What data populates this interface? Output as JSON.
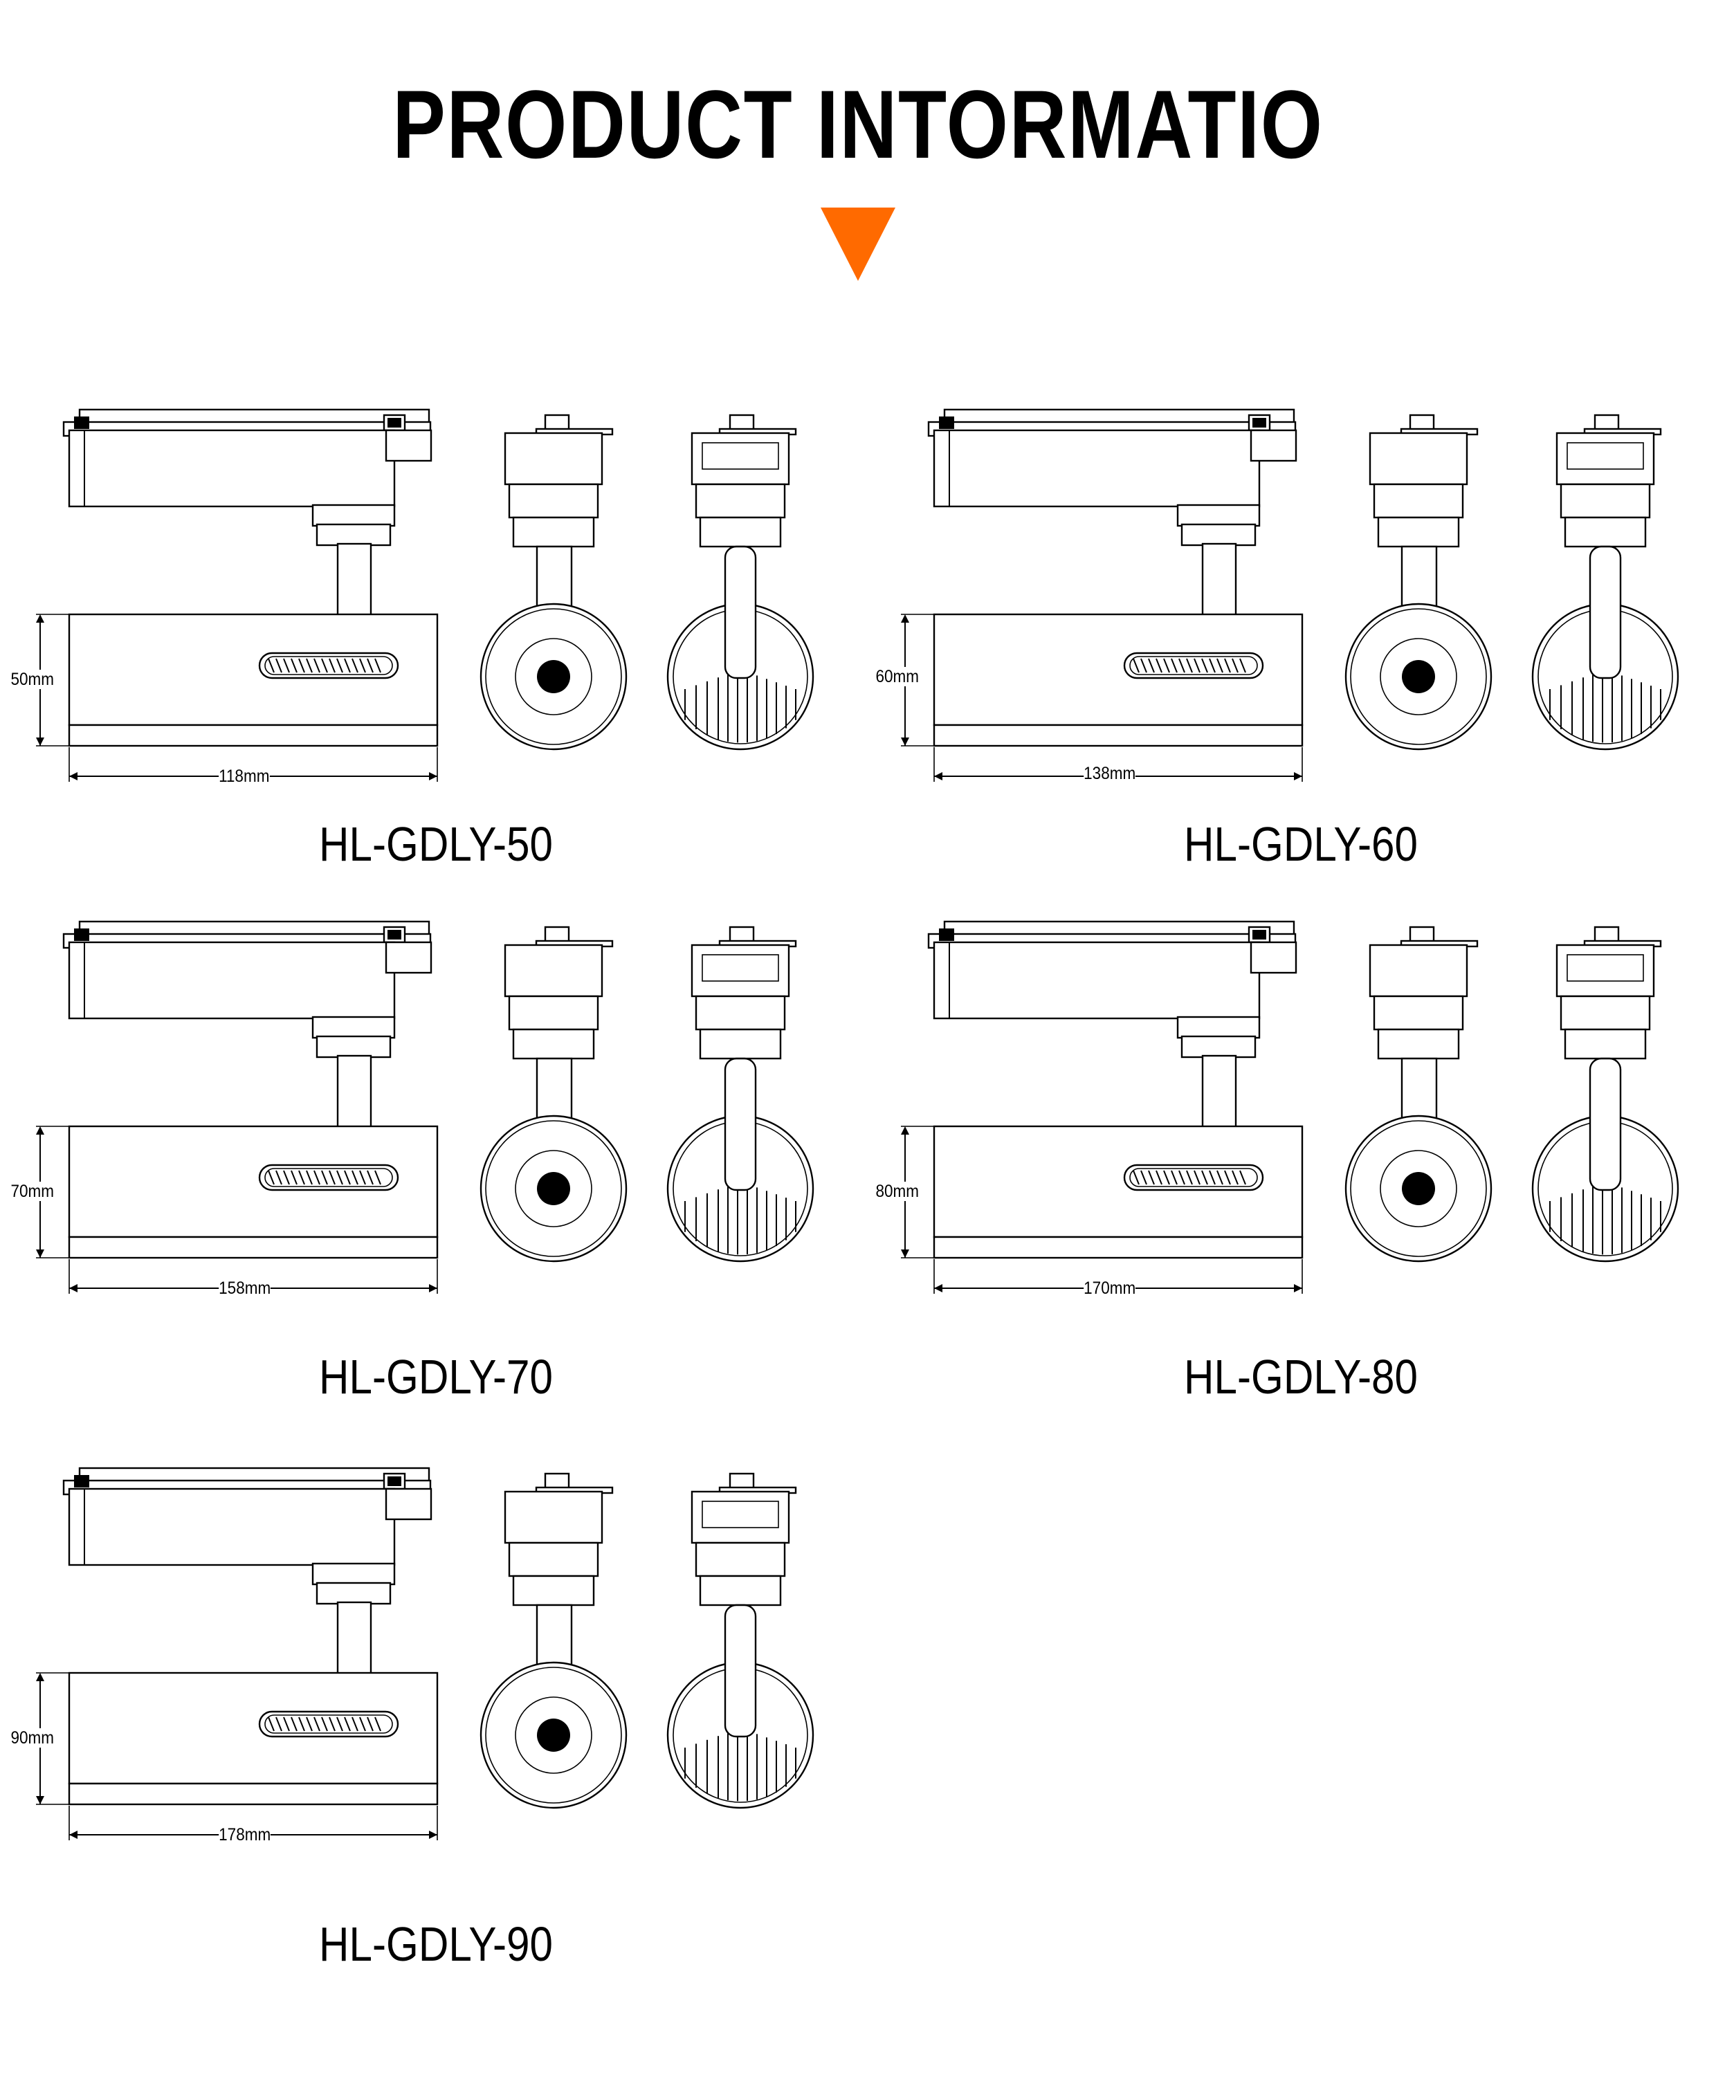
{
  "page": {
    "title": "PRODUCT INTORMATIO",
    "accent_color": "#ff6a00",
    "marker_icon": "down-triangle-icon"
  },
  "products": [
    {
      "model": "HL-GDLY-50",
      "width_label": "118mm",
      "height_label": "50mm"
    },
    {
      "model": "HL-GDLY-60",
      "width_label": "138mm",
      "height_label": "60mm"
    },
    {
      "model": "HL-GDLY-70",
      "width_label": "158mm",
      "height_label": "70mm"
    },
    {
      "model": "HL-GDLY-80",
      "width_label": "170mm",
      "height_label": "80mm"
    },
    {
      "model": "HL-GDLY-90",
      "width_label": "178mm",
      "height_label": "90mm"
    }
  ]
}
